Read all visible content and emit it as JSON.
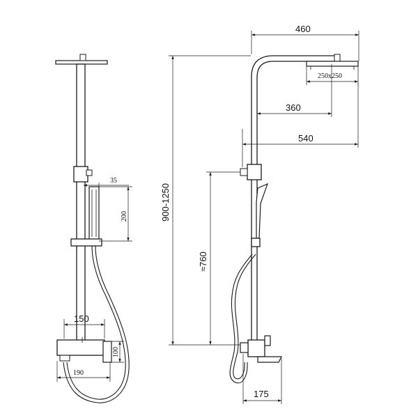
{
  "side_view": {
    "dim_35": "35",
    "dim_200": "200",
    "dim_150": "150",
    "dim_100": "100",
    "dim_190": "190"
  },
  "front_view": {
    "dim_460": "460",
    "dim_250x250": "250x250",
    "dim_360": "360",
    "dim_540": "540",
    "dim_900_1250": "900-1250",
    "dim_760": "≈760",
    "dim_175": "175"
  }
}
